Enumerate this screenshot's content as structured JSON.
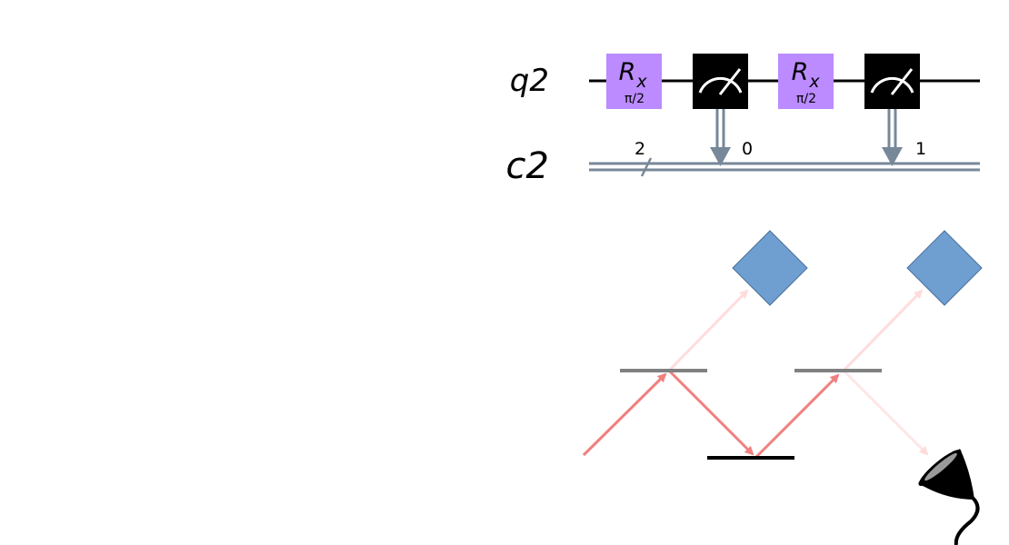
{
  "circuit": {
    "qubit_label": "q2",
    "classical_label": "c2",
    "bus_width": "2",
    "gates": [
      {
        "name": "R",
        "subscript": "x",
        "param": "π/2",
        "color": "#bb8bff"
      },
      {
        "name": "R",
        "subscript": "x",
        "param": "π/2",
        "color": "#bb8bff"
      }
    ],
    "measure_color": "#000000",
    "classical_color": "#778899",
    "measure_targets": [
      "0",
      "1"
    ]
  },
  "optics": {
    "beam_color": "#f08080",
    "splitter_color": "#808080",
    "mirror_color": "#000000",
    "absorber_color": "#6f9fd1",
    "detector_color": "#000000"
  }
}
